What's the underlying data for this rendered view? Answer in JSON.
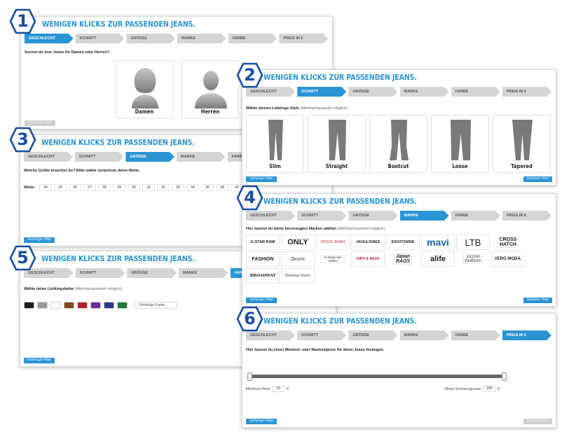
{
  "colors": {
    "accent": "#2a95d5",
    "badge": "#1a4ea0",
    "tab_inactive": "#d5d5d5"
  },
  "headline": "WENIGEN KLICKS ZUR PASSENDEN JEANS.",
  "steps": [
    "GESCHLECHT",
    "SCHNITT",
    "GRÖSSE",
    "MARKE",
    "FARBE",
    "PREIS IN €"
  ],
  "buttons": {
    "prev": "Vorheriger Filter",
    "next": "Nächster Filter"
  },
  "badges": [
    "1",
    "2",
    "3",
    "4",
    "5",
    "6"
  ],
  "p1": {
    "question": "Suchst du eine Jeans für Damen oder Herren?",
    "options": [
      "Damen",
      "Herren"
    ]
  },
  "p2": {
    "question": "Wähle deinen Lieblings-Style",
    "sub": "(Mehrfachauswahl möglich).",
    "options": [
      "Slim",
      "Straight",
      "Bootcut",
      "Loose",
      "Tapered"
    ]
  },
  "p3": {
    "question": "Welche Größe brauchst du? Bitte wähle zunächste deine Weite.",
    "label": "Weite:",
    "sizes": [
      "24",
      "25",
      "26",
      "27",
      "28",
      "29",
      "30",
      "31",
      "32",
      "33",
      "34",
      "36",
      "38",
      "40"
    ]
  },
  "p4": {
    "question": "Hier kannst du deine bevorzugten Marken wählen",
    "sub": "(Mehrfachauswahl möglich).",
    "brands": [
      "G-STAR RAW",
      "ONLY",
      "CROSS JEANS",
      "JACK&JONES",
      "EIGHT2NINE",
      "mavi",
      "LTB",
      "CROSS HATCH",
      "FASHION",
      "Denim",
      "le temps des cerises",
      "GIPO & BAXX",
      "Japan RAGS",
      "alife",
      "Tazzio fashion",
      "VERO MODA.",
      "BROADWAY",
      "Beliebige Marke"
    ]
  },
  "p5": {
    "question": "Wähle deine Lieblingsfarbe",
    "sub": "(Mehrfachauswahl möglich).",
    "swatches": [
      "#1c1c1c",
      "#9a9a9a",
      "#ffffff",
      "#7a4a1c",
      "#b3202a",
      "#6a2e9a",
      "#2a3a8a",
      "#1f7a3a"
    ],
    "any": "Beliebige Farbe"
  },
  "p6": {
    "question": "Hier kannst du einen Mindest- oder Maximalpreis für deine Jeans festlegen.",
    "min_label": "Minimum Preis",
    "min_value": "10",
    "max_label": "Obere Schmerzgrenze",
    "max_value": "190",
    "currency": "€"
  }
}
